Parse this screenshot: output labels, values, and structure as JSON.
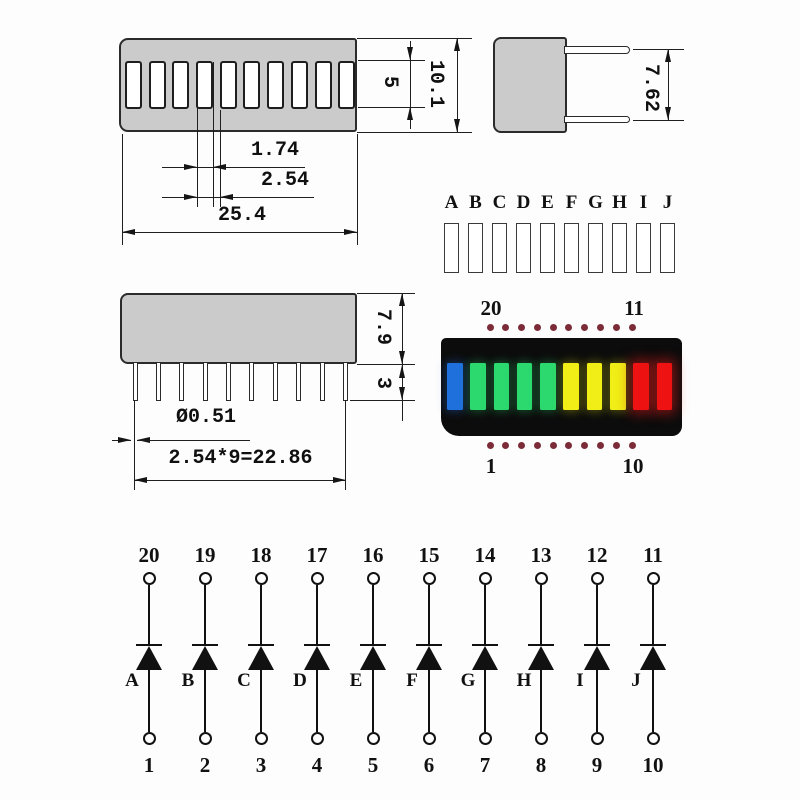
{
  "colors": {
    "device_gray": "#cbcbcb",
    "outline": "#2b2b2b",
    "led_body_black": "#0c0c0c",
    "pin_dot": "#7c2b38",
    "segment_blue": "#1f70dc",
    "segment_green": "#2bd96e",
    "segment_yellow": "#f0ee16",
    "segment_red": "#ee1212"
  },
  "top_view": {
    "dim_slot_width": "1.74",
    "dim_pitch": "2.54",
    "dim_total_width": "25.4",
    "dim_slot_height": "5",
    "dim_body_height": "10.1"
  },
  "end_view": {
    "dim_pin_spacing": "7.62"
  },
  "side_view": {
    "dim_body_height": "7.9",
    "dim_pin_standoff": "3",
    "dim_pin_diameter": "Ø0.51",
    "dim_pin_row": "2.54*9=22.86"
  },
  "legend": {
    "letters": [
      "A",
      "B",
      "C",
      "D",
      "E",
      "F",
      "G",
      "H",
      "I",
      "J"
    ]
  },
  "photo": {
    "labels": {
      "top_left": "20",
      "top_right": "11",
      "bottom_left": "1",
      "bottom_right": "10"
    },
    "segments": [
      "#1f70dc",
      "#2bd96e",
      "#2bd96e",
      "#2bd96e",
      "#2bd96e",
      "#f0ee16",
      "#f0ee16",
      "#f0ee16",
      "#ee1212",
      "#ee1212"
    ]
  },
  "schematic": {
    "columns": [
      {
        "top_pin": "20",
        "letter": "A",
        "bottom_pin": "1"
      },
      {
        "top_pin": "19",
        "letter": "B",
        "bottom_pin": "2"
      },
      {
        "top_pin": "18",
        "letter": "C",
        "bottom_pin": "3"
      },
      {
        "top_pin": "17",
        "letter": "D",
        "bottom_pin": "4"
      },
      {
        "top_pin": "16",
        "letter": "E",
        "bottom_pin": "5"
      },
      {
        "top_pin": "15",
        "letter": "F",
        "bottom_pin": "6"
      },
      {
        "top_pin": "14",
        "letter": "G",
        "bottom_pin": "7"
      },
      {
        "top_pin": "13",
        "letter": "H",
        "bottom_pin": "8"
      },
      {
        "top_pin": "12",
        "letter": "I",
        "bottom_pin": "9"
      },
      {
        "top_pin": "11",
        "letter": "J",
        "bottom_pin": "10"
      }
    ]
  }
}
